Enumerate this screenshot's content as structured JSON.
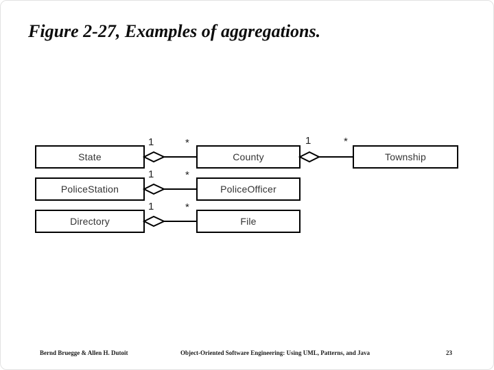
{
  "slide": {
    "title": "Figure 2-27, Examples of aggregations.",
    "footer": {
      "author": "Bernd Bruegge & Allen H. Dutoit",
      "book": "Object-Oriented Software Engineering: Using UML, Patterns, and Java",
      "page": "23"
    }
  },
  "diagram": {
    "type": "uml-class-aggregation",
    "classes": [
      {
        "id": "state",
        "label": "State"
      },
      {
        "id": "county",
        "label": "County"
      },
      {
        "id": "township",
        "label": "Township"
      },
      {
        "id": "policestation",
        "label": "PoliceStation"
      },
      {
        "id": "policeofficer",
        "label": "PoliceOfficer"
      },
      {
        "id": "directory",
        "label": "Directory"
      },
      {
        "id": "file",
        "label": "File"
      }
    ],
    "relations": [
      {
        "whole": "State",
        "part": "County",
        "whole_multiplicity": "1",
        "part_multiplicity": "*"
      },
      {
        "whole": "County",
        "part": "Township",
        "whole_multiplicity": "1",
        "part_multiplicity": "*"
      },
      {
        "whole": "PoliceStation",
        "part": "PoliceOfficer",
        "whole_multiplicity": "1",
        "part_multiplicity": "*"
      },
      {
        "whole": "Directory",
        "part": "File",
        "whole_multiplicity": "1",
        "part_multiplicity": "*"
      }
    ],
    "colors": {
      "box_border": "#000000",
      "box_fill": "#ffffff",
      "line": "#000000",
      "text": "#333333"
    }
  }
}
